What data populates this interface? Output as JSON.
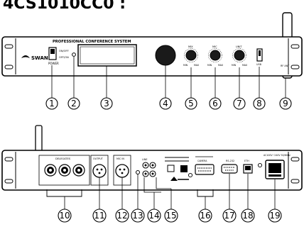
{
  "title_partial": "4CS1010CC0 :",
  "front_panel": {
    "system_label": "PROFESSIONAL CONFERENCE SYSTEM",
    "brand": "SWAN",
    "switch_on": "ON/OFF",
    "switch_off": "OFF/ON",
    "power_label": "POWER",
    "knob_labels": [
      "MIX",
      "MIC",
      "UNIT"
    ],
    "knob_min": "MIN",
    "knob_max": "MAX",
    "usb_label": "USB",
    "antenna_label": "RF ANT",
    "callouts": [
      "1",
      "2",
      "3",
      "4",
      "5",
      "6",
      "7",
      "8",
      "9"
    ]
  },
  "rear_panel": {
    "delegates_label": "DELEGATES",
    "output_label": "OUTPUT",
    "mic_in_label": "MIC IN",
    "line_label": "LINE",
    "camera_label": "CAMERA",
    "rs232_label": "RS-232",
    "ethernet_label": "ETH",
    "power_spec": "AC100V~240V 50/60Hz",
    "callouts": [
      "10",
      "11",
      "12",
      "13",
      "14",
      "15",
      "16",
      "17",
      "18",
      "19"
    ]
  },
  "colors": {
    "stroke": "#000000",
    "panel_fill": "#ffffff",
    "knob_fill": "#1a1a1a"
  }
}
